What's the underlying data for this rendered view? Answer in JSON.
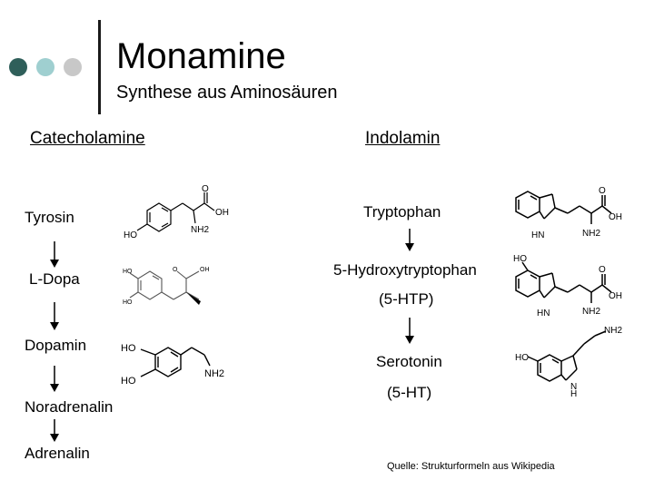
{
  "header": {
    "title": "Monamine",
    "subtitle": "Synthese aus Aminosäuren",
    "dot_colors": [
      "#2f5f5a",
      "#9fcfd0",
      "#c8c8c8"
    ]
  },
  "columns": {
    "left_heading": "Catecholamine",
    "right_heading": "Indolamin"
  },
  "catecholamine_pathway": [
    "Tyrosin",
    "L-Dopa",
    "Dopamin",
    "Noradrenalin",
    "Adrenalin"
  ],
  "indolamine_pathway": {
    "tryptophan": "Tryptophan",
    "htp": "5-Hydroxytryptophan",
    "htp_abbr": "(5-HTP)",
    "serotonin": "Serotonin",
    "serotonin_abbr": "(5-HT)"
  },
  "structure_labels": {
    "ho": "HO",
    "oh": "OH",
    "o": "O",
    "nh2": "NH2",
    "hn": "HN",
    "h": "H",
    "n": "N"
  },
  "source": "Quelle: Strukturformeln aus Wikipedia"
}
